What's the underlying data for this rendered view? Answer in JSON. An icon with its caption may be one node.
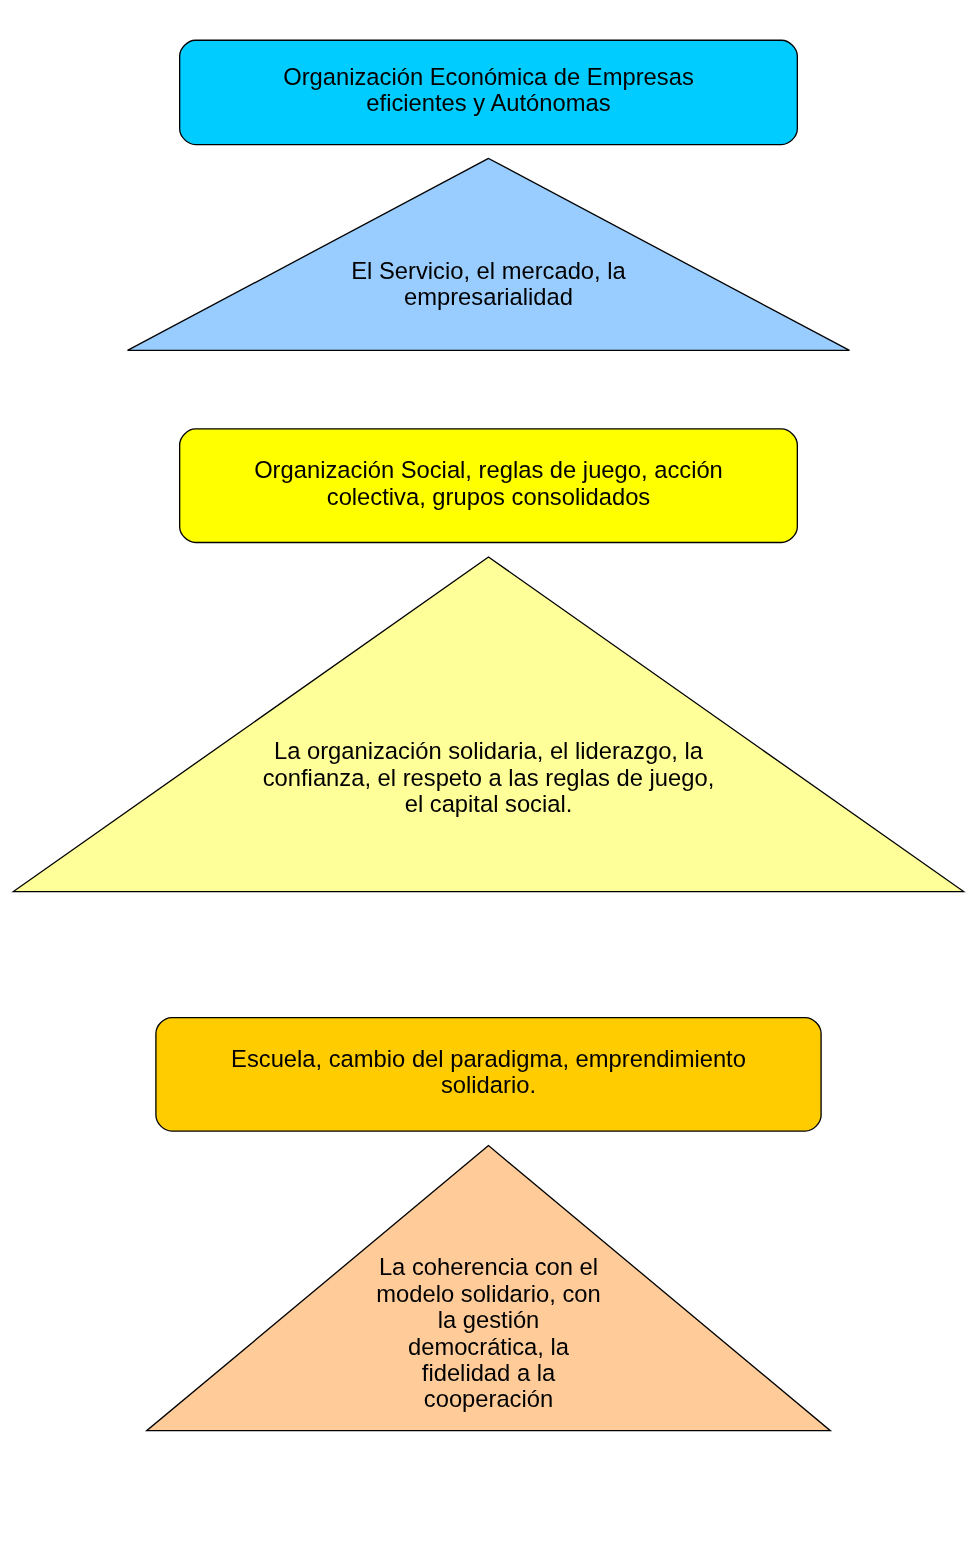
{
  "diagram": {
    "nodes": [
      {
        "text": [
          "Organización Económica de Empresas eficientes y Autónomas"
        ]
      },
      {
        "text": [
          "El Servicio, el mercado, la empresarialidad"
        ]
      },
      {
        "text": [
          "Organización Social, reglas de juego, acción colectiva, grupos consolidados"
        ]
      },
      {
        "text": [
          "La organización solidaria, el liderazgo, la confianza, el respeto a las reglas de juego, el capital social."
        ]
      },
      {
        "text": [
          "Escuela, cambio del paradigma, emprendimiento solidario."
        ]
      },
      {
        "text": [
          "La coherencia con el modelo solidario, con la gestión democrática, la fidelidad a la cooperación"
        ]
      }
    ],
    "edges": []
  }
}
